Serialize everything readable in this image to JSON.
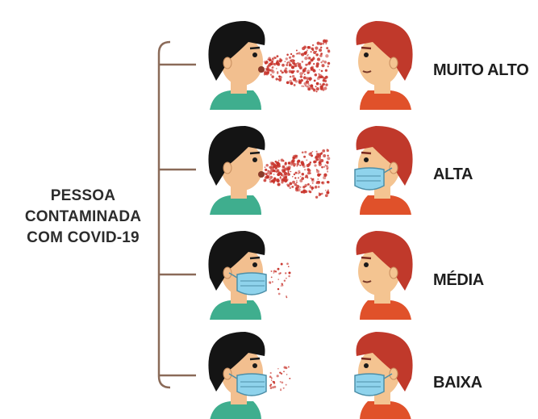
{
  "diagram": {
    "source_label_lines": [
      "PESSOA",
      "CONTAMINADA",
      "COM COVID-19"
    ],
    "rows": [
      {
        "level": "MUITO ALTO",
        "infected_mask": false,
        "other_mask": false,
        "droplets": "heavy"
      },
      {
        "level": "ALTA",
        "infected_mask": false,
        "other_mask": true,
        "droplets": "heavy"
      },
      {
        "level": "MÉDIA",
        "infected_mask": true,
        "other_mask": false,
        "droplets": "light"
      },
      {
        "level": "BAIXA",
        "infected_mask": true,
        "other_mask": true,
        "droplets": "light"
      }
    ]
  },
  "colors": {
    "bracket": "#8a6a58",
    "infected_hair": "#141414",
    "infected_skin": "#f2bf8f",
    "infected_shirt": "#3fae8e",
    "other_hair": "#c0392b",
    "other_skin": "#f4c491",
    "other_shirt": "#e0512a",
    "mask": "#8fd3ec",
    "droplets": "#c8342c"
  }
}
